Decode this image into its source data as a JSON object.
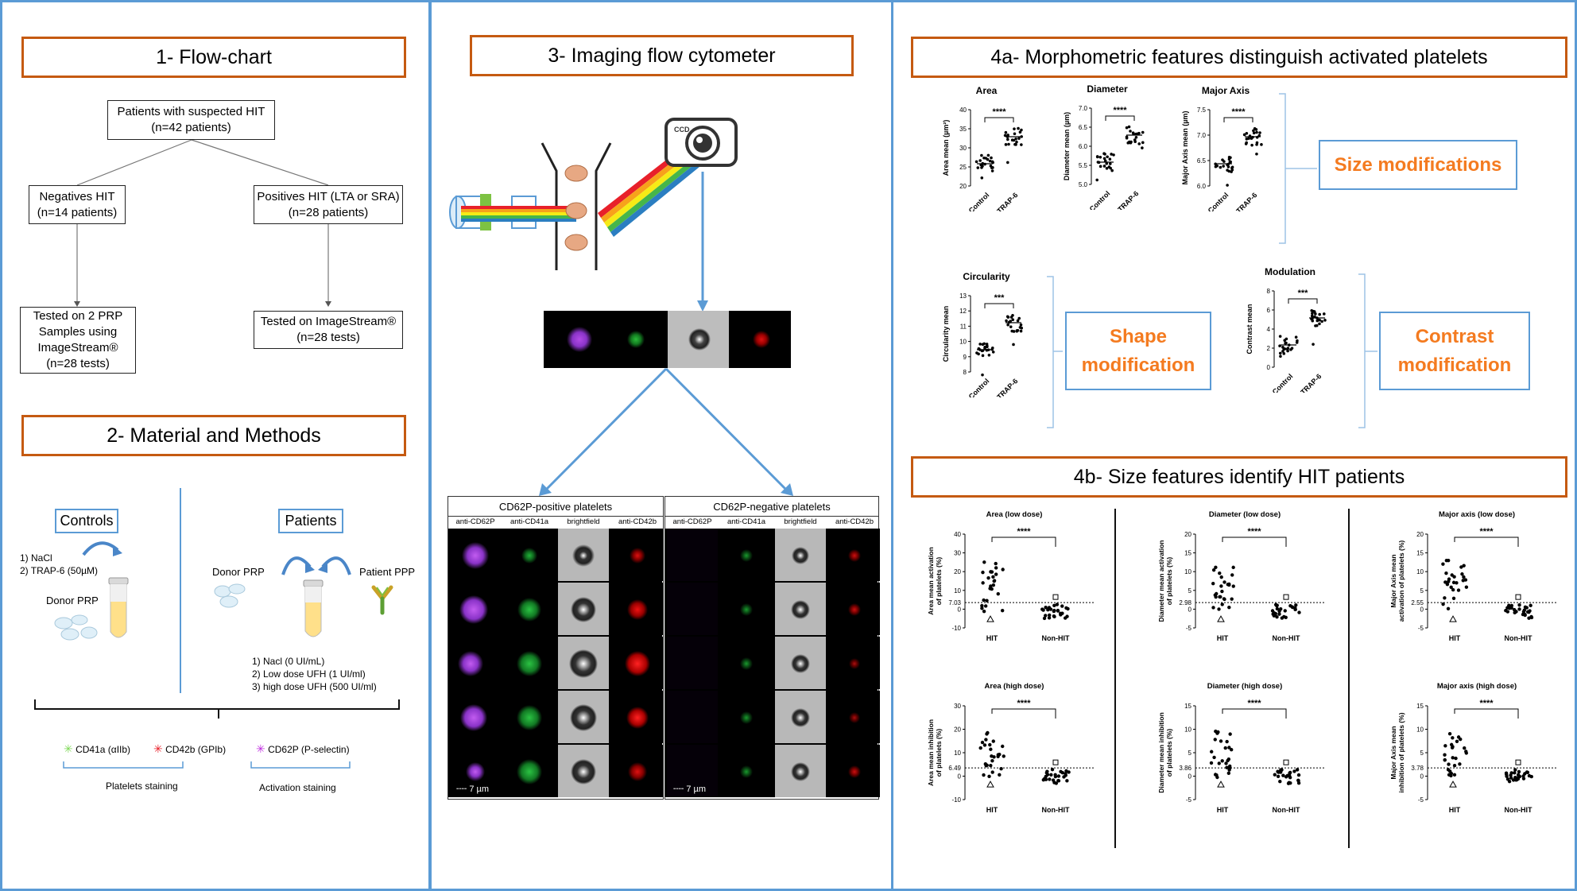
{
  "panel1": {
    "title": "1- Flow-chart",
    "root": [
      "Patients with suspected HIT",
      "(n=42 patients)"
    ],
    "negatives": [
      "Negatives HIT",
      "(n=14 patients)"
    ],
    "positives": [
      "Positives HIT (LTA or SRA)",
      "(n=28 patients)"
    ],
    "neg_tested": [
      "Tested on 2 PRP",
      "Samples using",
      "ImageStream®",
      "(n=28 tests)"
    ],
    "pos_tested": [
      "Tested on ImageStream®",
      "(n=28 tests)"
    ]
  },
  "panel2": {
    "title": "2- Material and Methods",
    "controls_label": "Controls",
    "patients_label": "Patients",
    "controls_steps": [
      "1) NaCl",
      "2) TRAP-6 (50µM)"
    ],
    "donor_prp_left": "Donor PRP",
    "donor_prp_right": "Donor PRP",
    "patient_ppp": "Patient PPP",
    "patient_steps": [
      "1) Nacl (0 UI/mL)",
      "2) Low dose UFH (1 UI/ml)",
      "3) high dose UFH (500 UI/ml)"
    ],
    "markers": [
      {
        "label": "CD41a (αIIb)",
        "color": "#7ed957"
      },
      {
        "label": "CD42b (GPIb)",
        "color": "#e8202a"
      },
      {
        "label": "CD62P (P-selectin)",
        "color": "#c030e0"
      }
    ],
    "platelets_staining": "Platelets staining",
    "activation_staining": "Activation staining"
  },
  "panel3": {
    "title": "3- Imaging flow cytometer",
    "camera_label": "CCD",
    "positive_title": "CD62P-positive platelets",
    "negative_title": "CD62P-negative platelets",
    "channels": [
      "anti-CD62P",
      "anti-CD41a",
      "brightfield",
      "anti-CD42b"
    ],
    "scale": "7 µm"
  },
  "panel4a": {
    "title": "4a- Morphometric features distinguish activated platelets",
    "groups": [
      "Control",
      "TRAP-6"
    ],
    "size_label": "Size  modifications",
    "shape_label": [
      "Shape",
      "modification"
    ],
    "contrast_label": [
      "Contrast",
      "modification"
    ],
    "plots": [
      {
        "title": "Area",
        "ylabel": "Area mean (µm²)",
        "ticks": [
          "40",
          "35",
          "30",
          "25",
          "20"
        ],
        "sig": "****"
      },
      {
        "title": "Diameter",
        "ylabel": "Diameter mean (µm)",
        "ticks": [
          "7.0",
          "6.5",
          "6.0",
          "5.5",
          "5.0"
        ],
        "sig": "****"
      },
      {
        "title": "Major Axis",
        "ylabel": "Major Axis mean (µm)",
        "ticks": [
          "7.5",
          "7.0",
          "6.5",
          "6.0"
        ],
        "sig": "****"
      },
      {
        "title": "Circularity",
        "ylabel": "Circularity mean",
        "ticks": [
          "13",
          "12",
          "11",
          "10",
          "9",
          "8"
        ],
        "sig": "***"
      },
      {
        "title": "Modulation",
        "ylabel": "Contrast mean",
        "ticks": [
          "8",
          "6",
          "4",
          "2",
          "0"
        ],
        "sig": "***"
      }
    ]
  },
  "panel4b": {
    "title": "4b- Size features identify HIT patients",
    "groups": [
      "HIT",
      "Non-HIT"
    ],
    "plots": [
      {
        "title": "Area (low dose)",
        "ylabel": [
          "Area mean activation",
          "of platelets (%)"
        ],
        "ticks": [
          "40",
          "30",
          "20",
          "10",
          "0",
          "-10"
        ],
        "threshold": "7.03",
        "sig": "****"
      },
      {
        "title": "Diameter (low dose)",
        "ylabel": [
          "Diameter mean activation",
          "of platelets (%)"
        ],
        "ticks": [
          "20",
          "15",
          "10",
          "5",
          "0",
          "-5"
        ],
        "threshold": "2.98",
        "sig": "****"
      },
      {
        "title": "Major axis (low dose)",
        "ylabel": [
          "Major Axis mean",
          "activation of platelets (%)"
        ],
        "ticks": [
          "20",
          "15",
          "10",
          "5",
          "0",
          "-5"
        ],
        "threshold": "2.55",
        "sig": "****"
      },
      {
        "title": "Area (high dose)",
        "ylabel": [
          "Area mean inhibition",
          "of platelets (%)"
        ],
        "ticks": [
          "30",
          "20",
          "10",
          "0",
          "-10"
        ],
        "threshold": "6.49",
        "sig": "****"
      },
      {
        "title": "Diameter (high dose)",
        "ylabel": [
          "Diameter mean inhibition",
          "of platelets (%)"
        ],
        "ticks": [
          "15",
          "10",
          "5",
          "0",
          "-5"
        ],
        "threshold": "3.86",
        "sig": "****"
      },
      {
        "title": "Major axis (high dose)",
        "ylabel": [
          "Major Axis mean",
          "inhibition of platelets (%)"
        ],
        "ticks": [
          "15",
          "10",
          "5",
          "0",
          "-5"
        ],
        "threshold": "3.78",
        "sig": "****"
      }
    ]
  },
  "colors": {
    "panel_border": "#5b9bd5",
    "title_border": "#c55a11",
    "modification_text": "#f47b20"
  }
}
